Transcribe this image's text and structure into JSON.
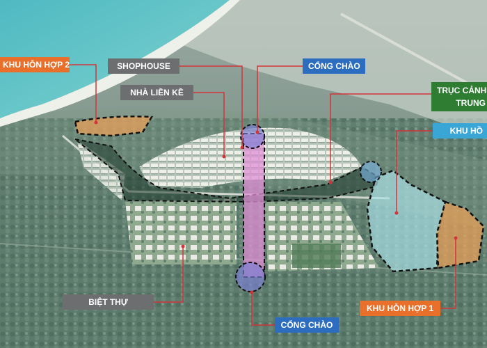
{
  "labels": {
    "khu_hon_hop_2": "KHU HỖN HỢP 2",
    "shophouse": "SHOPHOUSE",
    "nha_lien_ke": "NHÀ LIỀN KỀ",
    "cong_chao_top": "CỔNG CHÀO",
    "truc_canh_quan_line1": "TRỤC CẢNH",
    "truc_canh_quan_line2": "TRUNG",
    "khu_ho": "KHU HỒ",
    "biet_thu": "BIỆT THỰ",
    "khu_hon_hop_1": "KHU HỖN HỢP 1",
    "cong_chao_bottom": "CỔNG CHÀO"
  },
  "colors": {
    "orange": "#e8702a",
    "gray": "#6d6e70",
    "blue": "#2d6dc0",
    "green": "#2e7d32",
    "cyan": "#3aa6d6",
    "leader_red": "#d3343a",
    "sea": "#5fc3c7",
    "forest": "#5b7a6b"
  }
}
